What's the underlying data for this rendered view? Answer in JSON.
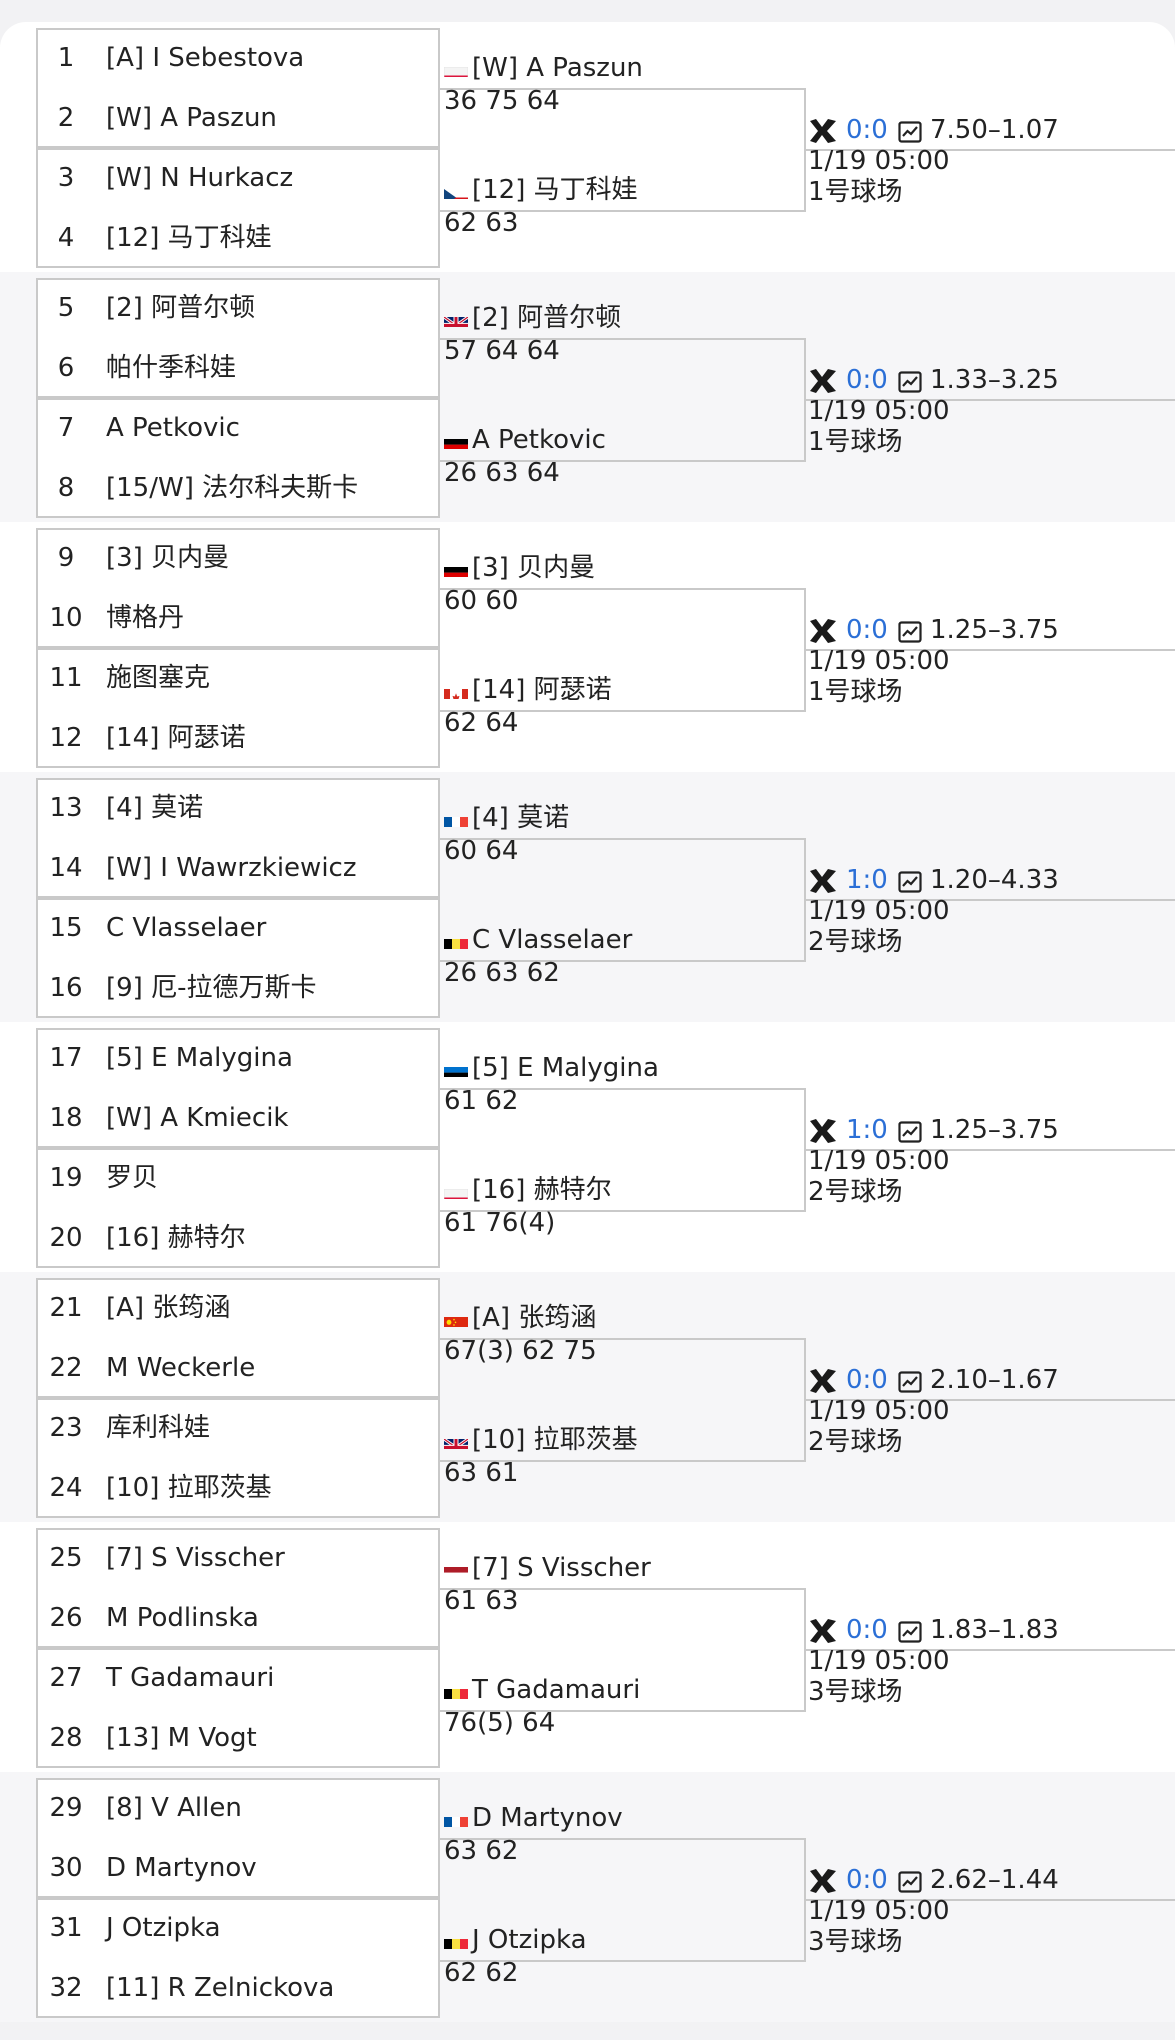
{
  "colors": {
    "accent_blue": "#2b6fd6",
    "border": "#c9c9c9",
    "shaded_row": "#f6f6f8",
    "card": "#ffffff"
  },
  "icons": {
    "matchup": "crossed-rackets-icon",
    "odds": "line-chart-icon"
  },
  "sections": [
    {
      "players": [
        {
          "seed": "1",
          "flag": "cz",
          "name": "[A] I Sebestova"
        },
        {
          "seed": "2",
          "flag": "pl",
          "name": "[W] A Paszun"
        },
        {
          "seed": "3",
          "flag": "pl",
          "name": "[W] N Hurkacz"
        },
        {
          "seed": "4",
          "flag": "cz",
          "name": "[12] 马丁科娃"
        }
      ],
      "winners": [
        {
          "flag": "pl",
          "name": "[W] A Paszun",
          "score": "36 75 64"
        },
        {
          "flag": "cz",
          "name": "[12] 马丁科娃",
          "score": "62 63"
        }
      ],
      "match": {
        "h2h": "0:0",
        "odds": "7.50–1.07",
        "time": "1/19 05:00",
        "court": "1号球场"
      }
    },
    {
      "players": [
        {
          "seed": "5",
          "flag": "gb",
          "name": "[2] 阿普尔顿"
        },
        {
          "seed": "6",
          "flag": "cz",
          "name": "帕什季科娃"
        },
        {
          "seed": "7",
          "flag": "de",
          "name": "A Petkovic"
        },
        {
          "seed": "8",
          "flag": "pl",
          "name": "[15/W] 法尔科夫斯卡"
        }
      ],
      "winners": [
        {
          "flag": "gb",
          "name": "[2] 阿普尔顿",
          "score": "57 64 64"
        },
        {
          "flag": "de",
          "name": "A Petkovic",
          "score": "26 63 64"
        }
      ],
      "match": {
        "h2h": "0:0",
        "odds": "1.33–3.25",
        "time": "1/19 05:00",
        "court": "1号球场"
      }
    },
    {
      "players": [
        {
          "seed": "9",
          "flag": "de",
          "name": "[3] 贝内曼"
        },
        {
          "seed": "10",
          "flag": "ro",
          "name": "博格丹"
        },
        {
          "seed": "11",
          "flag": "de",
          "name": "施图塞克"
        },
        {
          "seed": "12",
          "flag": "ca",
          "name": "[14] 阿瑟诺"
        }
      ],
      "winners": [
        {
          "flag": "de",
          "name": "[3] 贝内曼",
          "score": "60 60"
        },
        {
          "flag": "ca",
          "name": "[14] 阿瑟诺",
          "score": "62 64"
        }
      ],
      "match": {
        "h2h": "0:0",
        "odds": "1.25–3.75",
        "time": "1/19 05:00",
        "court": "1号球场"
      }
    },
    {
      "players": [
        {
          "seed": "13",
          "flag": "fr",
          "name": "[4] 莫诺"
        },
        {
          "seed": "14",
          "flag": "pl",
          "name": "[W] I Wawrzkiewicz"
        },
        {
          "seed": "15",
          "flag": "be",
          "name": "C Vlasselaer"
        },
        {
          "seed": "16",
          "flag": "pl",
          "name": "[9] 厄-拉德万斯卡"
        }
      ],
      "winners": [
        {
          "flag": "fr",
          "name": "[4] 莫诺",
          "score": "60 64"
        },
        {
          "flag": "be",
          "name": "C Vlasselaer",
          "score": "26 63 62"
        }
      ],
      "match": {
        "h2h": "1:0",
        "odds": "1.20–4.33",
        "time": "1/19 05:00",
        "court": "2号球场"
      }
    },
    {
      "players": [
        {
          "seed": "17",
          "flag": "ee",
          "name": "[5] E Malygina"
        },
        {
          "seed": "18",
          "flag": "pl",
          "name": "[W] A Kmiecik"
        },
        {
          "seed": "19",
          "flag": "fr",
          "name": "罗贝"
        },
        {
          "seed": "20",
          "flag": "pl",
          "name": "[16] 赫特尔"
        }
      ],
      "winners": [
        {
          "flag": "ee",
          "name": "[5] E Malygina",
          "score": "61 62"
        },
        {
          "flag": "pl",
          "name": "[16] 赫特尔",
          "score": "61 76(4)"
        }
      ],
      "match": {
        "h2h": "1:0",
        "odds": "1.25–3.75",
        "time": "1/19 05:00",
        "court": "2号球场"
      }
    },
    {
      "players": [
        {
          "seed": "21",
          "flag": "cn",
          "name": "[A] 张筠涵"
        },
        {
          "seed": "22",
          "flag": "lu",
          "name": "M Weckerle"
        },
        {
          "seed": "23",
          "flag": "fi",
          "name": "库利科娃"
        },
        {
          "seed": "24",
          "flag": "gb",
          "name": "[10] 拉耶茨基"
        }
      ],
      "winners": [
        {
          "flag": "cn",
          "name": "[A] 张筠涵",
          "score": "67(3) 62 75"
        },
        {
          "flag": "gb",
          "name": "[10] 拉耶茨基",
          "score": "63 61"
        }
      ],
      "match": {
        "h2h": "0:0",
        "odds": "2.10–1.67",
        "time": "1/19 05:00",
        "court": "2号球场"
      }
    },
    {
      "players": [
        {
          "seed": "25",
          "flag": "nl",
          "name": "[7] S Visscher"
        },
        {
          "seed": "26",
          "flag": "pl",
          "name": "M Podlinska"
        },
        {
          "seed": "27",
          "flag": "be",
          "name": "T Gadamauri"
        },
        {
          "seed": "28",
          "flag": "de",
          "name": "[13] M Vogt"
        }
      ],
      "winners": [
        {
          "flag": "nl",
          "name": "[7] S Visscher",
          "score": "61 63"
        },
        {
          "flag": "be",
          "name": "T Gadamauri",
          "score": "76(5) 64"
        }
      ],
      "match": {
        "h2h": "0:0",
        "odds": "1.83–1.83",
        "time": "1/19 05:00",
        "court": "3号球场"
      }
    },
    {
      "players": [
        {
          "seed": "29",
          "flag": "gb",
          "name": "[8] V Allen"
        },
        {
          "seed": "30",
          "flag": "fr",
          "name": "D Martynov"
        },
        {
          "seed": "31",
          "flag": "be",
          "name": "J Otzipka"
        },
        {
          "seed": "32",
          "flag": "sk",
          "name": "[11] R Zelnickova"
        }
      ],
      "winners": [
        {
          "flag": "fr",
          "name": "D Martynov",
          "score": "63 62"
        },
        {
          "flag": "be",
          "name": "J Otzipka",
          "score": "62 62"
        }
      ],
      "match": {
        "h2h": "0:0",
        "odds": "2.62–1.44",
        "time": "1/19 05:00",
        "court": "3号球场"
      }
    }
  ]
}
